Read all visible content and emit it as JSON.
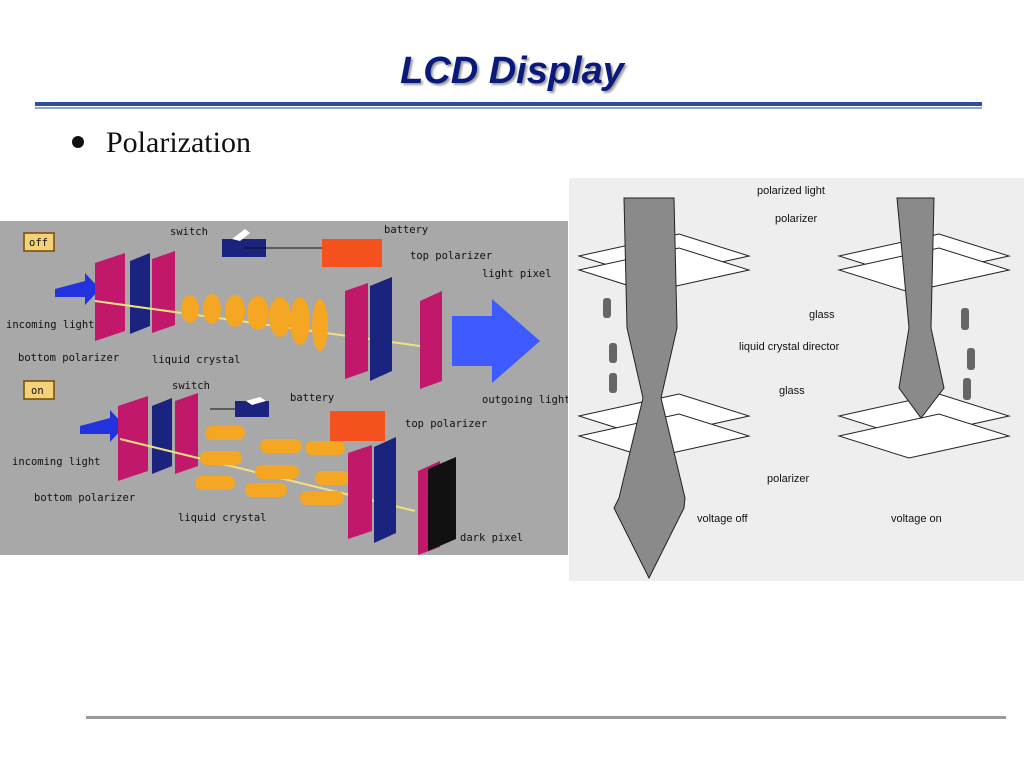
{
  "slide": {
    "title": "LCD Display",
    "bullet": "Polarization"
  },
  "left_figure": {
    "states": [
      "off",
      "on"
    ],
    "labels_off": {
      "switch": "switch",
      "battery": "battery",
      "top_polarizer": "top polarizer",
      "light_pixel": "light pixel",
      "incoming_light": "incoming light",
      "bottom_polarizer": "bottom polarizer",
      "liquid_crystal": "liquid crystal",
      "outgoing_light": "outgoing light"
    },
    "labels_on": {
      "switch": "switch",
      "battery": "battery",
      "top_polarizer": "top polarizer",
      "incoming_light": "incoming light",
      "bottom_polarizer": "bottom polarizer",
      "liquid_crystal": "liquid crystal",
      "dark_pixel": "dark pixel"
    },
    "colors": {
      "background": "#a8a8a8",
      "panel": "#c2186b",
      "polarizer": "#1a237e",
      "arrow": "#3d5afe",
      "crystal": "#f5a623",
      "battery": "#f4511e"
    }
  },
  "right_figure": {
    "labels": {
      "polarized_light": "polarized light",
      "polarizer_top": "polarizer",
      "glass_top": "glass",
      "director": "liquid crystal director",
      "glass_bottom": "glass",
      "polarizer_bottom": "polarizer",
      "voltage_off": "voltage off",
      "voltage_on": "voltage on"
    }
  }
}
